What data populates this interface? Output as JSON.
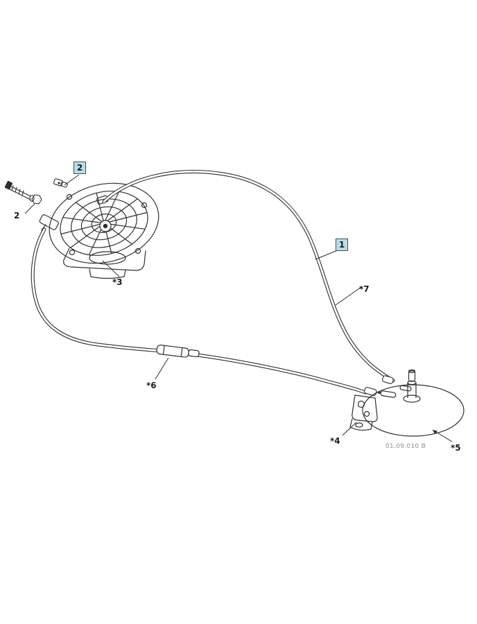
{
  "diagram": {
    "title": "cable-assembly-parts-diagram",
    "code": "01.09.010 B",
    "colors": {
      "line": "#2e2e2e",
      "highlight_fill": "#b9dce9",
      "highlight_border": "#4a4a4a",
      "code_text": "#8f8f8f",
      "background": "#ffffff"
    }
  },
  "callouts": [
    {
      "id": "1",
      "label": "1",
      "boxed": true
    },
    {
      "id": "2a",
      "label": "2",
      "boxed": true
    },
    {
      "id": "2b",
      "label": "2",
      "boxed": false
    },
    {
      "id": "3",
      "label": "*3",
      "boxed": false
    },
    {
      "id": "4",
      "label": "*4",
      "boxed": false
    },
    {
      "id": "5",
      "label": "*5",
      "boxed": false
    },
    {
      "id": "6",
      "label": "*6",
      "boxed": false
    },
    {
      "id": "7",
      "label": "*7",
      "boxed": false
    }
  ]
}
